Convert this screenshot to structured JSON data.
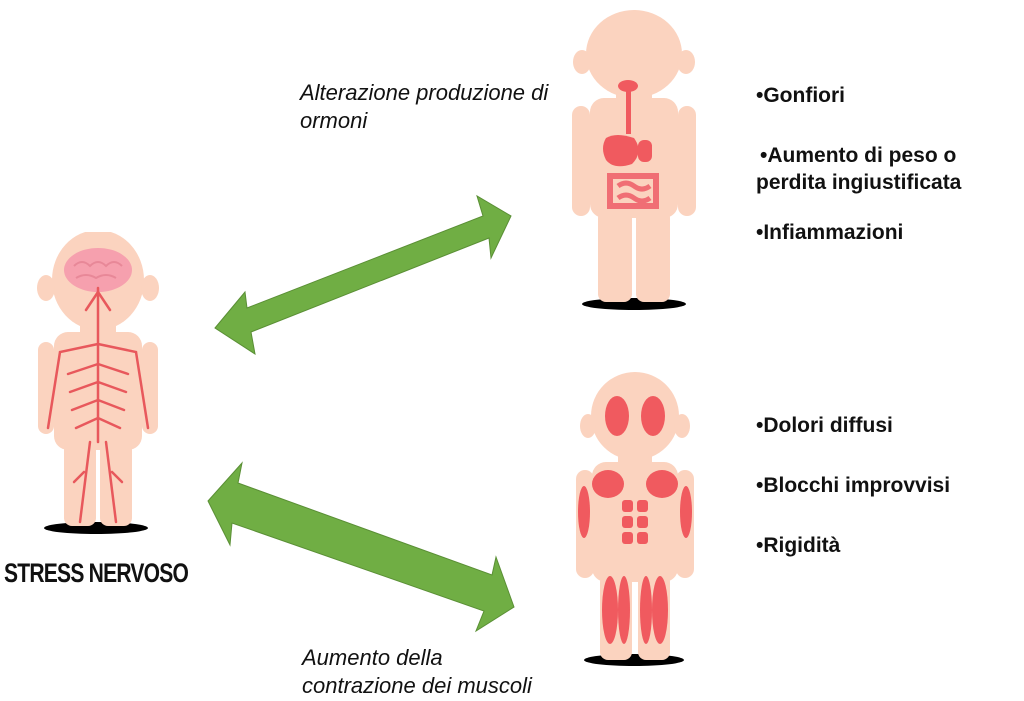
{
  "nervous_figure": {
    "label": "STRESS NERVOSO"
  },
  "hormone_path": {
    "caption_line1": "Alterazione produzione di",
    "caption_line2": "ormoni",
    "effects": [
      "•Gonfiori",
      "•Aumento di peso o",
      "perdita ingiustificata",
      "•Infiammazioni"
    ]
  },
  "muscle_path": {
    "caption_line1": "Aumento della",
    "caption_line2": "contrazione dei muscoli",
    "effects": [
      "•Dolori diffusi",
      "•Blocchi improvvisi",
      "•Rigidità"
    ]
  },
  "colors": {
    "skin": "#FBD3BF",
    "organ": "#F05A5F",
    "nerve": "#E8585C",
    "arrow": "#70AE44",
    "shadow": "#000000"
  }
}
